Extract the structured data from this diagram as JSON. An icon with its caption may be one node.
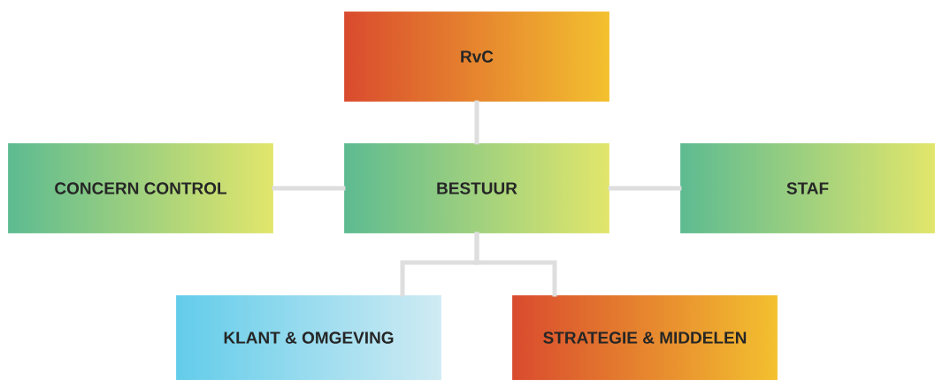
{
  "diagram": {
    "nodes": [
      {
        "text": [
          "RvC"
        ]
      },
      {
        "text": [
          "CONCERN CONTROL"
        ]
      },
      {
        "text": [
          "BESTUUR"
        ]
      },
      {
        "text": [
          "STAF"
        ]
      },
      {
        "text": [
          "KLANT & OMGEVING"
        ]
      },
      {
        "text": [
          "STRATEGIE & MIDDELEN"
        ]
      }
    ],
    "edges": [
      {
        "from": 0,
        "to": 2,
        "arrow": "none"
      },
      {
        "from": 2,
        "to": 1,
        "arrow": "none"
      },
      {
        "from": 2,
        "to": 3,
        "arrow": "none"
      },
      {
        "from": 2,
        "to": 4,
        "arrow": "none"
      },
      {
        "from": 2,
        "to": 5,
        "arrow": "none"
      }
    ]
  }
}
